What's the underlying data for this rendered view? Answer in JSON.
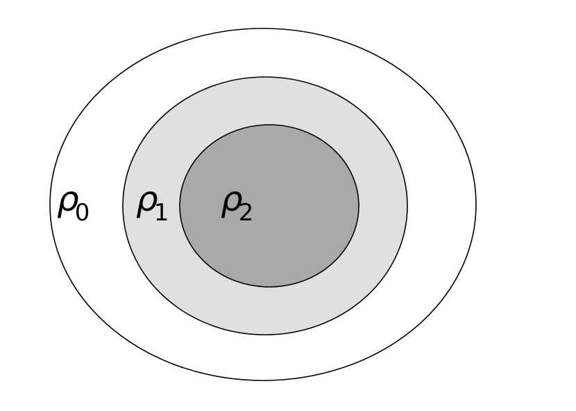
{
  "diagram": {
    "regions": [
      {
        "id": "outer",
        "symbol": "ρ",
        "subscript": "0",
        "fill": "#ffffff"
      },
      {
        "id": "middle",
        "symbol": "ρ",
        "subscript": "1",
        "fill": "#e0e0e0"
      },
      {
        "id": "inner",
        "symbol": "ρ",
        "subscript": "2",
        "fill": "#a9a9a9"
      }
    ],
    "stroke_color": "#000000"
  }
}
